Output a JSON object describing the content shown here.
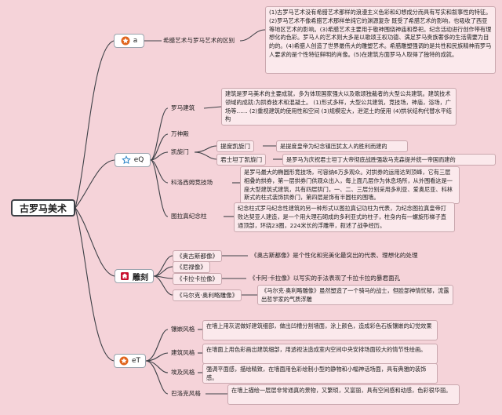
{
  "root": {
    "title": "古罗马美术"
  },
  "a": {
    "tag": "a",
    "branch": "希腊艺术与罗马艺术的区别",
    "note": "(1)古罗马艺术没有希腊艺术那样的浪漫主义色彩和幻想成分而具有写实和叙事性的特征。(2)罗马艺术不像希腊艺术那样单纯它的渊源复杂 既受了希腊艺术的影响，也吸收了西亚等地区艺术的影响。(3)希腊艺术主要用于敬神围绕神庙和祭祀。纪念活动进行创作带有理想化的色彩。罗马人的艺术则大多是以歌颂王权功德、满足罗马贵族奢侈的生活需要为目的的。(4)希腊人创造了世界最伟大的雕塑艺术。希腊雕塑强调的是共性和民族精神而罗马人要求的是个性特征鲜明的肖像。(5)在建筑方面罗马人取得了独特的成就。"
  },
  "eq": {
    "tag": "eQ",
    "architecture": {
      "label": "罗马建筑",
      "note": "建筑是罗马美术的主要成就，多为体现国家强大以及歌颂独裁者的大型公共建筑。建筑技术领域的成就:为拱券技术和混凝土。 (1)形式多样，大型公共建筑，竞技场，神庙，浴场，广场等…… (2)重视建筑的使用性和空间 (3)规模宏大，泄泥土的使用 (4)拱状结构代替水平结构"
    },
    "pantheon": {
      "label": "万神殿"
    },
    "arch": {
      "label": "凯旋门",
      "items": [
        {
          "label": "提度凯旋门",
          "note": "是提度皇帝为纪念镇压犹太人的胜利而建的"
        },
        {
          "label": "君士坦丁凯旋门",
          "note": "是罗马为庆祝君士坦丁大帝彻底战胜强敌马克森提并统一帝国而建的"
        }
      ]
    },
    "colosseum": {
      "label": "科洛西姆竞技场",
      "note": "是罗马最大的椭圆形竞技场，可容纳6万多观众。对拱券的运用达到顶峰，它有三层相叠的拱券，第一层拱券门供观众出入，每上面几层作为休息场所，从外围看这是一座大型建筑式建筑，共有四层拱门，一、二、三层分别采用多利亚、爱奥尼亚、科林斯式的柱式装饰拱券门，第四层是饰有半圆柱的围墙。"
    },
    "trajan": {
      "label": "图拉真纪念柱",
      "note": "纪念柱式罗马纪念性建筑的另一种形式以图拉真记功柱为代表，为纪念图拉真皇帝打败达契亚人建造，是一个用大理石砌成的多利亚式的柱子，柱身内有一螺旋形梯子直通顶部，环绕23圈，224米长的浮雕带，叙述了战争经历。"
    }
  },
  "sculpture": {
    "tag": "雕刻",
    "items": [
      {
        "label": "《奥古斯都像》",
        "note": "《奥古斯都像》是个性化和完美化最突出的代表、理想化的处理"
      },
      {
        "label": "《尼禄像》",
        "note": ""
      },
      {
        "label": "《卡拉卡拉像》",
        "note": "《卡阿·卡拉像》以写实的手法表现了卡拉卡拉的暴君面孔"
      },
      {
        "label": "《马尔克·奥利略雕像》",
        "note": "《马尔克·奥利略雕像》虽然塑造了一个骑马的战士，但脸部神情忧郁，流露出哲学家的气质浮雕"
      }
    ]
  },
  "et": {
    "tag": "eT",
    "items": [
      {
        "label": "镶嵌风格",
        "note": "在墙上用灰泥做好建筑细部，做出凹槽分割墙面，涂上颜色，造成彩色石板镶嵌的幻觉效果"
      },
      {
        "label": "建筑风格",
        "note": "在墙面上用色彩画出建筑细部，用透视法造成室内空间中央安排场面较大的情节性绘画。"
      },
      {
        "label": "埃及风格",
        "note": "强调平面感，描绘精致，在墙面用色彩绘制小型的静物和小幅神话场面，具有典雅的装饰感。"
      },
      {
        "label": "巴洛克风格",
        "note": "在墙上描绘一层层非常通真的景物，又繁琐，又富丽，具有空间感和动感，色彩很华丽。"
      }
    ]
  },
  "colors": {
    "line": "#3d4046",
    "star": "#e0641c",
    "star_outline": "#2e86c8",
    "house": "#c8102e"
  },
  "icons": {
    "a": "star-icon",
    "eq": "star-outline-icon",
    "sculpture": "house-icon",
    "et": "star-icon"
  }
}
